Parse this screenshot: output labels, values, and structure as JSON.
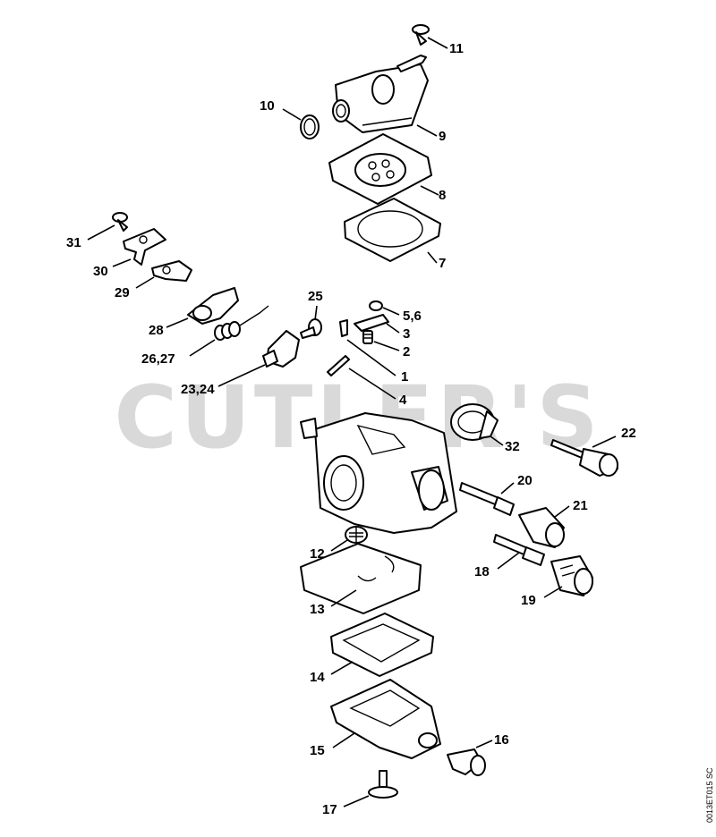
{
  "watermark": "CUTLER'S",
  "document_id": "0013ET015 SC",
  "callouts": {
    "c1": "1",
    "c2": "2",
    "c3": "3",
    "c4": "4",
    "c56": "5,6",
    "c7": "7",
    "c8": "8",
    "c9": "9",
    "c10": "10",
    "c11": "11",
    "c12": "12",
    "c13": "13",
    "c14": "14",
    "c15": "15",
    "c16": "16",
    "c17": "17",
    "c18": "18",
    "c19": "19",
    "c20": "20",
    "c21": "21",
    "c22": "22",
    "c2324": "23,24",
    "c25": "25",
    "c2627": "26,27",
    "c28": "28",
    "c29": "29",
    "c30": "30",
    "c31": "31",
    "c32": "32"
  }
}
